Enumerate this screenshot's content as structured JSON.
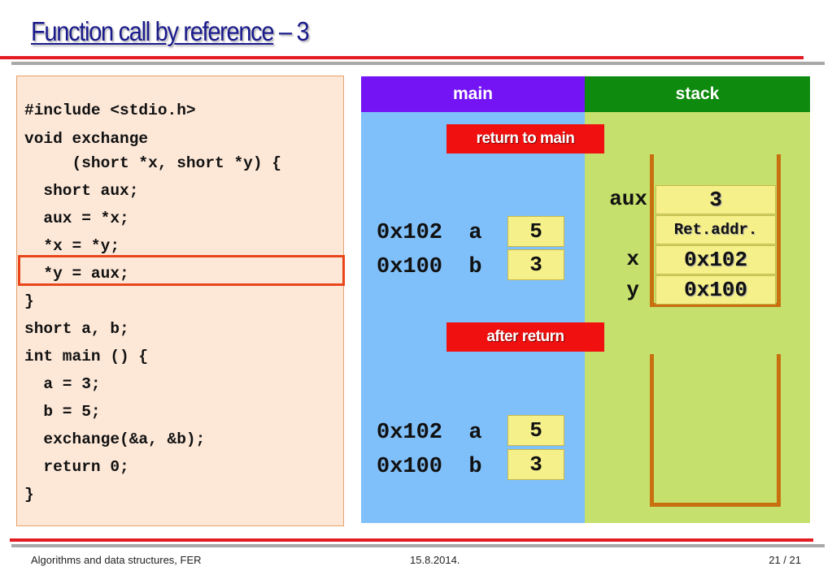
{
  "slide": {
    "title_main": "Function call by reference",
    "title_rest": " – 3"
  },
  "code": [
    "#include <stdio.h>",
    "void exchange",
    "     (short *x, short *y) {",
    "  short aux;",
    "  aux = *x;",
    "  *x = *y;",
    "  *y = aux;",
    "}",
    "short a, b;",
    "int main () {",
    "  a = 3;",
    "  b = 5;",
    "  exchange(&a, &b);",
    "  return 0;",
    "}"
  ],
  "highlighted_line": 7,
  "columns": {
    "main": "main",
    "stack": "stack"
  },
  "labels": {
    "return_to_main": "return to main",
    "after_return": "after return"
  },
  "before": [
    {
      "addr": "0x102",
      "name": "a",
      "value": "5"
    },
    {
      "addr": "0x100",
      "name": "b",
      "value": "3"
    }
  ],
  "after": [
    {
      "addr": "0x102",
      "name": "a",
      "value": "5"
    },
    {
      "addr": "0x100",
      "name": "b",
      "value": "3"
    }
  ],
  "stack": [
    {
      "label": "aux",
      "value": "3"
    },
    {
      "label": "",
      "value": "Ret.addr."
    },
    {
      "label": "x",
      "value": "0x102"
    },
    {
      "label": "y",
      "value": "0x100"
    }
  ],
  "footer": {
    "left": "Algorithms and data structures, FER",
    "center": "15.8.2014.",
    "right": "21 / 21"
  },
  "colors": {
    "title": "#1a1a8c",
    "accent_red": "#e31b23",
    "main_header": "#7414f5",
    "stack_header": "#0e8a0e",
    "main_bg": "#80c0fa",
    "stack_bg": "#c5e06c",
    "code_bg": "#fde8d8",
    "cell": "#f6f08a",
    "frame": "#c87010"
  }
}
